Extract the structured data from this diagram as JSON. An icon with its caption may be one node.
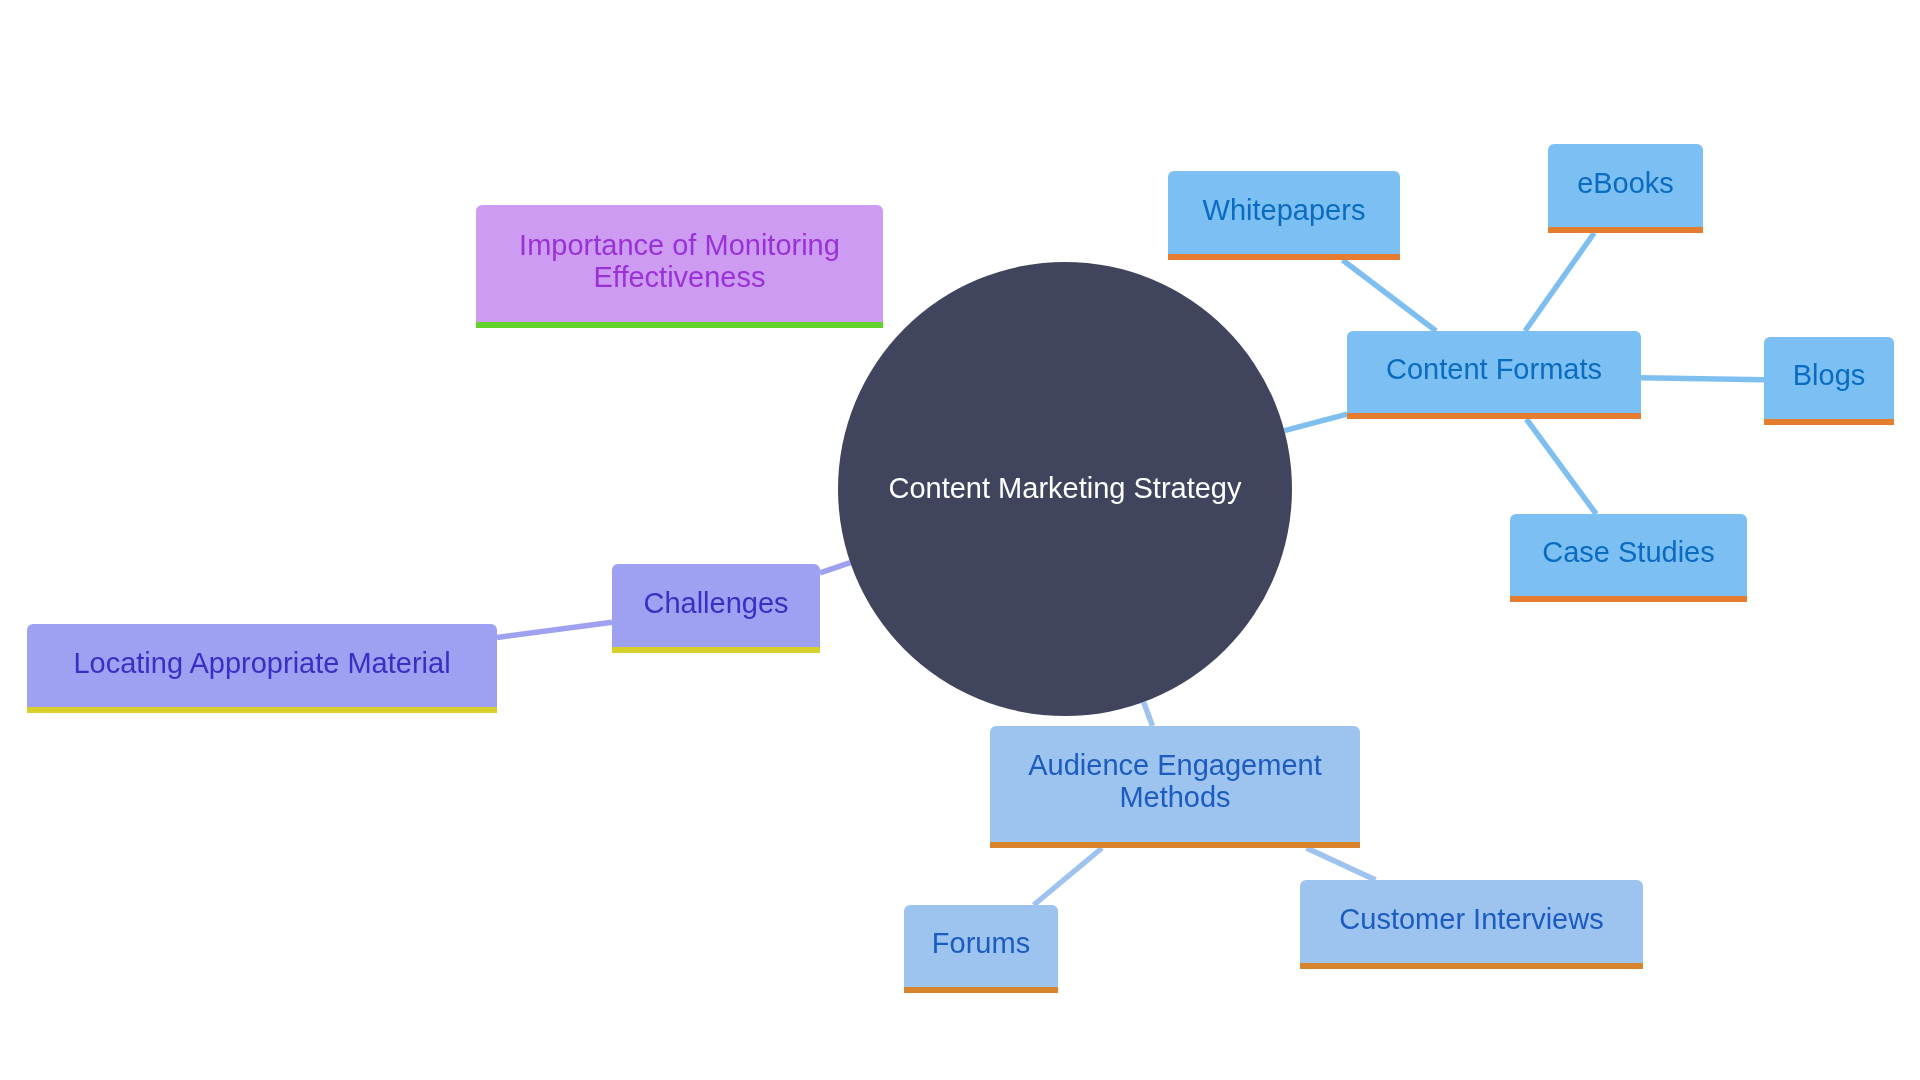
{
  "diagram": {
    "nodes": [
      {
        "text": [
          "Content Marketing Strategy"
        ]
      },
      {
        "text": [
          "Importance of Monitoring Effectiveness"
        ]
      },
      {
        "text": [
          "Whitepapers"
        ]
      },
      {
        "text": [
          "eBooks"
        ]
      },
      {
        "text": [
          "Content Formats"
        ]
      },
      {
        "text": [
          "Blogs"
        ]
      },
      {
        "text": [
          "Case Studies"
        ]
      },
      {
        "text": [
          "Challenges"
        ]
      },
      {
        "text": [
          "Locating Appropriate Material"
        ]
      },
      {
        "text": [
          "Audience Engagement Methods"
        ]
      },
      {
        "text": [
          "Customer Interviews"
        ]
      },
      {
        "text": [
          "Forums"
        ]
      }
    ],
    "edges": [
      {
        "from": 0,
        "to": 4,
        "arrow": "none"
      },
      {
        "from": 4,
        "to": 2,
        "arrow": "none"
      },
      {
        "from": 4,
        "to": 3,
        "arrow": "none"
      },
      {
        "from": 4,
        "to": 5,
        "arrow": "none"
      },
      {
        "from": 4,
        "to": 6,
        "arrow": "none"
      },
      {
        "from": 0,
        "to": 7,
        "arrow": "none",
        "color": "#9ea1f0"
      },
      {
        "from": 7,
        "to": 8,
        "arrow": "none",
        "color": "#9ea1f0"
      },
      {
        "from": 0,
        "to": 9,
        "arrow": "none",
        "color": "#9dc3ee"
      },
      {
        "from": 9,
        "to": 11,
        "arrow": "none",
        "color": "#9dc3ee"
      },
      {
        "from": 9,
        "to": 10,
        "arrow": "none",
        "color": "#9dc3ee"
      }
    ]
  }
}
